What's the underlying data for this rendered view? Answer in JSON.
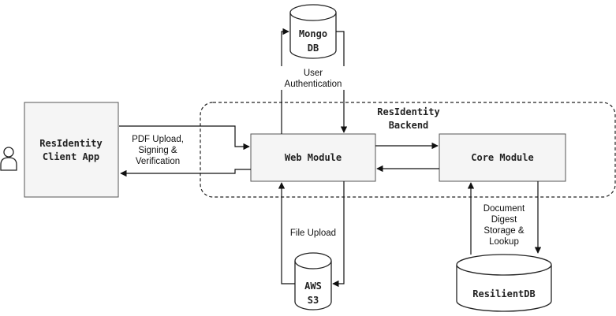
{
  "nodes": {
    "client_app": [
      "ResIdentity",
      "Client App"
    ],
    "backend_group": [
      "ResIdentity",
      "Backend"
    ],
    "web_module": "Web Module",
    "core_module": "Core Module",
    "mongo_db": [
      "Mongo",
      "DB"
    ],
    "aws_s3": [
      "AWS",
      "S3"
    ],
    "resilient_db": "ResilientDB"
  },
  "edge_labels": {
    "pdf_upload": [
      "PDF Upload,",
      "Signing &",
      "Verification"
    ],
    "user_auth": [
      "User",
      "Authentication"
    ],
    "file_upload": "File Upload",
    "doc_digest": [
      "Document",
      "Digest",
      "Storage &",
      "Lookup"
    ]
  },
  "icons": {
    "user": "person-icon"
  }
}
